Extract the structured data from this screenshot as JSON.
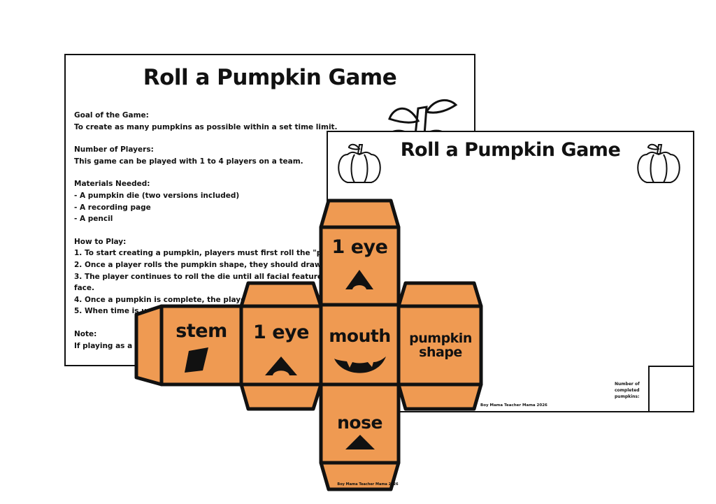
{
  "instruction_sheet": {
    "title": "Roll a Pumpkin Game",
    "sections": [
      {
        "heading": "Goal of the Game:",
        "lines": [
          "To create as many pumpkins as possible within a set time limit."
        ]
      },
      {
        "heading": "Number of Players:",
        "lines": [
          "This game can be played with 1 to 4 players on a team."
        ]
      },
      {
        "heading": "Materials Needed:",
        "lines": [
          "- A pumpkin die (two versions included)",
          "- A recording page",
          "- A pencil"
        ]
      },
      {
        "heading": "How to Play:",
        "lines": [
          "1. To start creating a pumpkin, players must first roll the \"pump",
          "2. Once a player rolls the pumpkin shape, they should draw a pu",
          "3. The player continues to roll the die until all facial features h",
          "face.",
          "4. Once a pumpkin is complete, the player s",
          "5. When time is up, th"
        ]
      },
      {
        "heading": "Note:",
        "lines": [
          "If playing as a t"
        ]
      }
    ]
  },
  "recording_sheet": {
    "title": "Roll a Pumpkin Game",
    "count_label": "Number of completed pumpkins:",
    "credit": "Boy Mama Teacher Mama 2026"
  },
  "die": {
    "faces": {
      "top": "1 eye",
      "left_far": "stem",
      "left": "1 eye",
      "center": "mouth",
      "right": "pumpkin shape",
      "bottom": "nose"
    },
    "credit": "Boy Mama Teacher Mama 2026",
    "colors": {
      "face": "#ef9a52",
      "outline": "#111111"
    }
  }
}
